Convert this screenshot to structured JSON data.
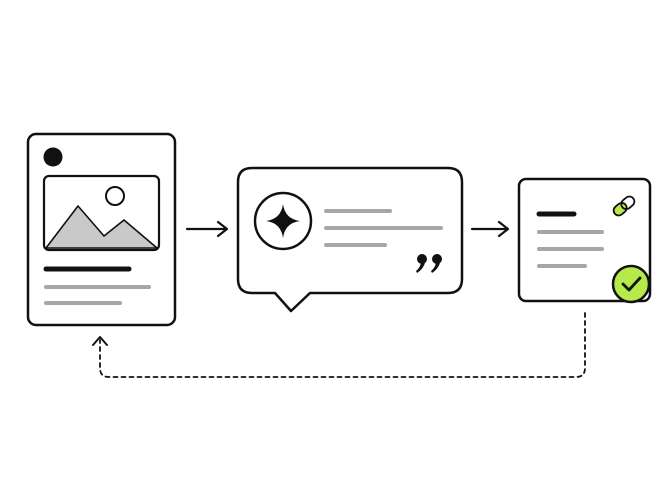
{
  "diagram": {
    "steps": [
      {
        "id": "source-post",
        "icon": "image-card-icon"
      },
      {
        "id": "ai-quote-bubble",
        "icon": "sparkle-icon"
      },
      {
        "id": "verified-citation",
        "icon": "link-icon"
      }
    ],
    "connectors": [
      {
        "from": "source-post",
        "to": "ai-quote-bubble",
        "style": "solid-arrow"
      },
      {
        "from": "ai-quote-bubble",
        "to": "verified-citation",
        "style": "solid-arrow"
      },
      {
        "from": "verified-citation",
        "to": "source-post",
        "style": "dashed-return-arrow"
      }
    ]
  },
  "colors": {
    "stroke": "#111111",
    "text_line": "#a6a6a6",
    "image_fill": "#c9c9c9",
    "accent_green": "#b6e94a",
    "background": "#ffffff"
  }
}
